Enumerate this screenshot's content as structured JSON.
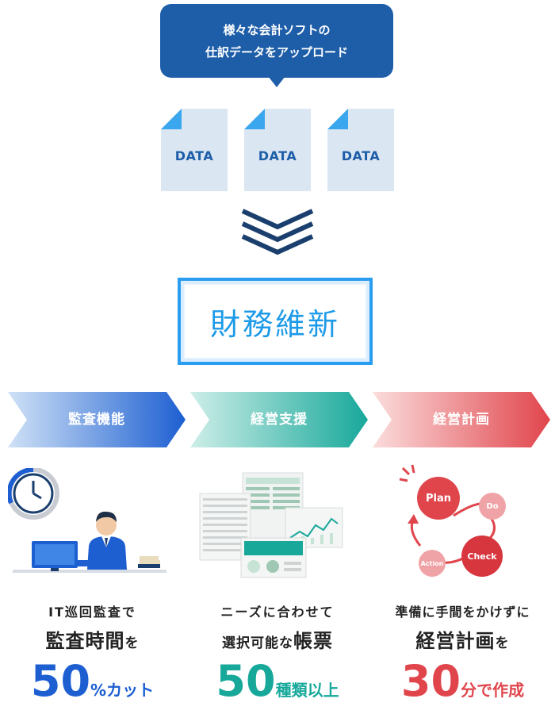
{
  "bubble": {
    "line1": "様々な会計ソフトの",
    "line2": "仕訳データをアップロード"
  },
  "files": [
    {
      "label": "DATA"
    },
    {
      "label": "DATA"
    },
    {
      "label": "DATA"
    }
  ],
  "brand": "財務維新",
  "phases": [
    {
      "label": "監査機能",
      "color": "#1d5fd1"
    },
    {
      "label": "経営支援",
      "color": "#17a89a"
    },
    {
      "label": "経営計画",
      "color": "#e0454c"
    }
  ],
  "pdca": {
    "plan": "Plan",
    "do": "Do",
    "check": "Check",
    "action": "Action"
  },
  "features": [
    {
      "line1": "IT巡回監査で",
      "line2_main": "監査時間",
      "line2_tail": "を",
      "number": "50",
      "unit": "%カット"
    },
    {
      "line1": "ニーズに合わせて",
      "line2_head": "選択可能な",
      "line2_main": "帳票",
      "number": "50",
      "unit": "種類以上"
    },
    {
      "line1": "準備に手間をかけずに",
      "line2_main": "経営計画",
      "line2_tail": "を",
      "number": "30",
      "unit": "分で作成"
    }
  ]
}
